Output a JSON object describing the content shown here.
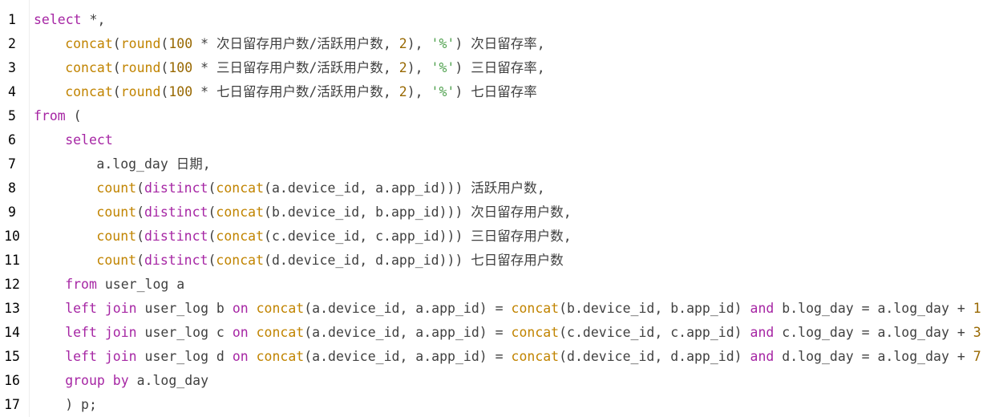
{
  "editor": {
    "lines": [
      {
        "number": "1",
        "indent": 0,
        "tokens": [
          {
            "t": "kw",
            "v": "select"
          },
          {
            "t": "plain",
            "v": " *,"
          }
        ]
      },
      {
        "number": "2",
        "indent": 4,
        "tokens": [
          {
            "t": "fn",
            "v": "concat"
          },
          {
            "t": "plain",
            "v": "("
          },
          {
            "t": "fn",
            "v": "round"
          },
          {
            "t": "plain",
            "v": "("
          },
          {
            "t": "num",
            "v": "100"
          },
          {
            "t": "plain",
            "v": " * 次日留存用户数/活跃用户数, "
          },
          {
            "t": "num",
            "v": "2"
          },
          {
            "t": "plain",
            "v": "), "
          },
          {
            "t": "str",
            "v": "'%'"
          },
          {
            "t": "plain",
            "v": ") 次日留存率,"
          }
        ]
      },
      {
        "number": "3",
        "indent": 4,
        "tokens": [
          {
            "t": "fn",
            "v": "concat"
          },
          {
            "t": "plain",
            "v": "("
          },
          {
            "t": "fn",
            "v": "round"
          },
          {
            "t": "plain",
            "v": "("
          },
          {
            "t": "num",
            "v": "100"
          },
          {
            "t": "plain",
            "v": " * 三日留存用户数/活跃用户数, "
          },
          {
            "t": "num",
            "v": "2"
          },
          {
            "t": "plain",
            "v": "), "
          },
          {
            "t": "str",
            "v": "'%'"
          },
          {
            "t": "plain",
            "v": ") 三日留存率,"
          }
        ]
      },
      {
        "number": "4",
        "indent": 4,
        "tokens": [
          {
            "t": "fn",
            "v": "concat"
          },
          {
            "t": "plain",
            "v": "("
          },
          {
            "t": "fn",
            "v": "round"
          },
          {
            "t": "plain",
            "v": "("
          },
          {
            "t": "num",
            "v": "100"
          },
          {
            "t": "plain",
            "v": " * 七日留存用户数/活跃用户数, "
          },
          {
            "t": "num",
            "v": "2"
          },
          {
            "t": "plain",
            "v": "), "
          },
          {
            "t": "str",
            "v": "'%'"
          },
          {
            "t": "plain",
            "v": ") 七日留存率"
          }
        ]
      },
      {
        "number": "5",
        "indent": 0,
        "tokens": [
          {
            "t": "kw",
            "v": "from"
          },
          {
            "t": "plain",
            "v": " ("
          }
        ]
      },
      {
        "number": "6",
        "indent": 4,
        "tokens": [
          {
            "t": "kw",
            "v": "select"
          }
        ]
      },
      {
        "number": "7",
        "indent": 8,
        "tokens": [
          {
            "t": "plain",
            "v": "a.log_day 日期,"
          }
        ]
      },
      {
        "number": "8",
        "indent": 8,
        "tokens": [
          {
            "t": "fn",
            "v": "count"
          },
          {
            "t": "plain",
            "v": "("
          },
          {
            "t": "kw",
            "v": "distinct"
          },
          {
            "t": "plain",
            "v": "("
          },
          {
            "t": "fn",
            "v": "concat"
          },
          {
            "t": "plain",
            "v": "(a.device_id, a.app_id))) 活跃用户数,"
          }
        ]
      },
      {
        "number": "9",
        "indent": 8,
        "tokens": [
          {
            "t": "fn",
            "v": "count"
          },
          {
            "t": "plain",
            "v": "("
          },
          {
            "t": "kw",
            "v": "distinct"
          },
          {
            "t": "plain",
            "v": "("
          },
          {
            "t": "fn",
            "v": "concat"
          },
          {
            "t": "plain",
            "v": "(b.device_id, b.app_id))) 次日留存用户数,"
          }
        ]
      },
      {
        "number": "10",
        "indent": 8,
        "tokens": [
          {
            "t": "fn",
            "v": "count"
          },
          {
            "t": "plain",
            "v": "("
          },
          {
            "t": "kw",
            "v": "distinct"
          },
          {
            "t": "plain",
            "v": "("
          },
          {
            "t": "fn",
            "v": "concat"
          },
          {
            "t": "plain",
            "v": "(c.device_id, c.app_id))) 三日留存用户数,"
          }
        ]
      },
      {
        "number": "11",
        "indent": 8,
        "tokens": [
          {
            "t": "fn",
            "v": "count"
          },
          {
            "t": "plain",
            "v": "("
          },
          {
            "t": "kw",
            "v": "distinct"
          },
          {
            "t": "plain",
            "v": "("
          },
          {
            "t": "fn",
            "v": "concat"
          },
          {
            "t": "plain",
            "v": "(d.device_id, d.app_id))) 七日留存用户数"
          }
        ]
      },
      {
        "number": "12",
        "indent": 4,
        "tokens": [
          {
            "t": "kw",
            "v": "from"
          },
          {
            "t": "plain",
            "v": " user_log a"
          }
        ]
      },
      {
        "number": "13",
        "indent": 4,
        "tokens": [
          {
            "t": "kw",
            "v": "left join"
          },
          {
            "t": "plain",
            "v": " user_log b "
          },
          {
            "t": "kw",
            "v": "on"
          },
          {
            "t": "plain",
            "v": " "
          },
          {
            "t": "fn",
            "v": "concat"
          },
          {
            "t": "plain",
            "v": "(a.device_id, a.app_id) = "
          },
          {
            "t": "fn",
            "v": "concat"
          },
          {
            "t": "plain",
            "v": "(b.device_id, b.app_id) "
          },
          {
            "t": "kw",
            "v": "and"
          },
          {
            "t": "plain",
            "v": " b.log_day = a.log_day + "
          },
          {
            "t": "num",
            "v": "1"
          }
        ]
      },
      {
        "number": "14",
        "indent": 4,
        "tokens": [
          {
            "t": "kw",
            "v": "left join"
          },
          {
            "t": "plain",
            "v": " user_log c "
          },
          {
            "t": "kw",
            "v": "on"
          },
          {
            "t": "plain",
            "v": " "
          },
          {
            "t": "fn",
            "v": "concat"
          },
          {
            "t": "plain",
            "v": "(a.device_id, a.app_id) = "
          },
          {
            "t": "fn",
            "v": "concat"
          },
          {
            "t": "plain",
            "v": "(c.device_id, c.app_id) "
          },
          {
            "t": "kw",
            "v": "and"
          },
          {
            "t": "plain",
            "v": " c.log_day = a.log_day + "
          },
          {
            "t": "num",
            "v": "3"
          }
        ]
      },
      {
        "number": "15",
        "indent": 4,
        "tokens": [
          {
            "t": "kw",
            "v": "left join"
          },
          {
            "t": "plain",
            "v": " user_log d "
          },
          {
            "t": "kw",
            "v": "on"
          },
          {
            "t": "plain",
            "v": " "
          },
          {
            "t": "fn",
            "v": "concat"
          },
          {
            "t": "plain",
            "v": "(a.device_id, a.app_id) = "
          },
          {
            "t": "fn",
            "v": "concat"
          },
          {
            "t": "plain",
            "v": "(d.device_id, d.app_id) "
          },
          {
            "t": "kw",
            "v": "and"
          },
          {
            "t": "plain",
            "v": " d.log_day = a.log_day + "
          },
          {
            "t": "num",
            "v": "7"
          }
        ]
      },
      {
        "number": "16",
        "indent": 4,
        "tokens": [
          {
            "t": "kw",
            "v": "group by"
          },
          {
            "t": "plain",
            "v": " a.log_day"
          }
        ]
      },
      {
        "number": "17",
        "indent": 4,
        "tokens": [
          {
            "t": "plain",
            "v": ") p;"
          }
        ]
      }
    ],
    "colors": {
      "keyword": "#a626a4",
      "function": "#c18401",
      "number": "#986801",
      "string": "#50a14f",
      "text": "#404040",
      "line_number": "#000000"
    }
  }
}
